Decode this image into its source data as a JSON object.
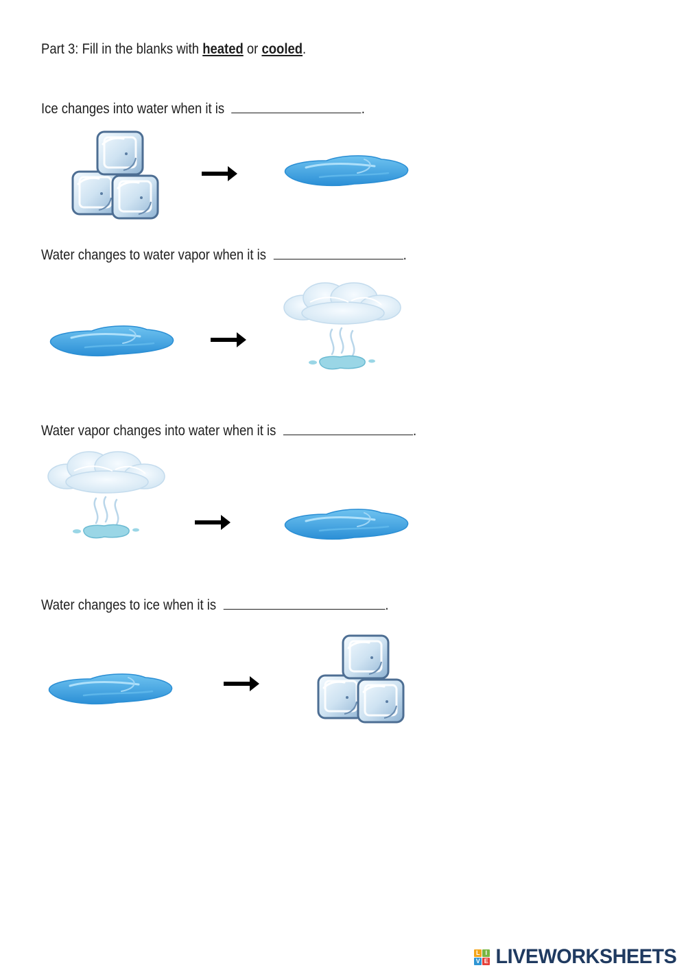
{
  "instruction": {
    "prefix": "Part 3: Fill in the blanks with ",
    "word1": "heated",
    "middle": " or ",
    "word2": "cooled",
    "suffix": "."
  },
  "questions": [
    {
      "text": "Ice changes into water when it is ",
      "answer": "",
      "from": "ice-cubes",
      "to": "water-puddle"
    },
    {
      "text": "Water changes to water vapor when it is ",
      "answer": "",
      "from": "water-puddle",
      "to": "water-vapor-cloud"
    },
    {
      "text": "Water vapor changes into water when it is ",
      "answer": "",
      "from": "water-vapor-cloud",
      "to": "water-puddle"
    },
    {
      "text": "Water changes to ice when it is ",
      "answer": "",
      "from": "water-puddle",
      "to": "ice-cubes"
    }
  ],
  "period": ".",
  "footer": {
    "logo_text": "LIVEWORKSHEETS",
    "logo_mark_letters": [
      "L",
      "I",
      "V",
      "E"
    ],
    "logo_mark_colors": [
      "#f3a51b",
      "#78b642",
      "#2f95d3",
      "#e5403a"
    ]
  }
}
